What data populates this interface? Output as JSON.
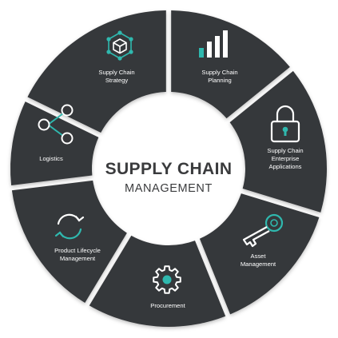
{
  "title": {
    "line1": "SUPPLY CHAIN",
    "line2": "MANAGEMENT"
  },
  "colors": {
    "segment": "#36373a",
    "accent": "#2fb8ae",
    "icon": "#ffffff",
    "title": "#3a3b3d"
  },
  "segments": [
    {
      "id": "strategy",
      "label_lines": [
        "Supply Chain",
        "Strategy"
      ],
      "icon": "cube-network-icon"
    },
    {
      "id": "planning",
      "label_lines": [
        "Supply Chain",
        "Planning"
      ],
      "icon": "bar-chart-icon"
    },
    {
      "id": "enterprise",
      "label_lines": [
        "Supply Chain",
        "Enterprise",
        "Applications"
      ],
      "icon": "padlock-icon"
    },
    {
      "id": "asset",
      "label_lines": [
        "Asset",
        "Management"
      ],
      "icon": "key-icon"
    },
    {
      "id": "procurement",
      "label_lines": [
        "Procurement"
      ],
      "icon": "gear-icon"
    },
    {
      "id": "lifecycle",
      "label_lines": [
        "Product Lifecycle",
        "Management"
      ],
      "icon": "cycle-arrows-icon"
    },
    {
      "id": "logistics",
      "label_lines": [
        "Logistics"
      ],
      "icon": "share-nodes-icon"
    }
  ]
}
